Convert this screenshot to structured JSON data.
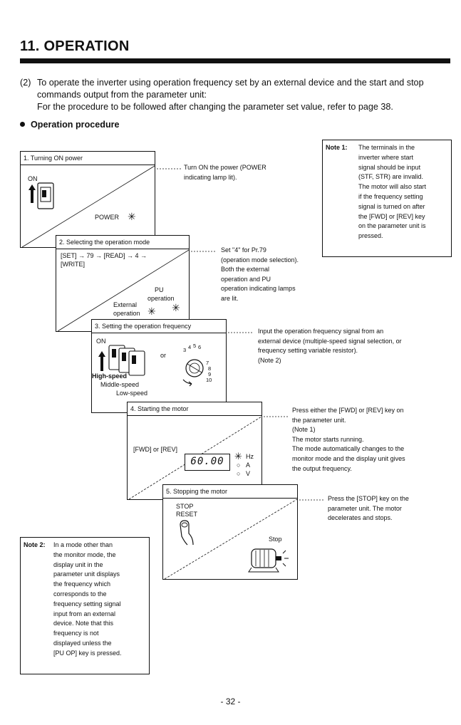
{
  "section_title": "11. OPERATION",
  "intro": {
    "number": "(2)",
    "paragraph1": "To operate the inverter using operation frequency set by an external device and the start and stop commands output from the parameter unit:",
    "paragraph2": "For the procedure to be followed after changing the parameter set value, refer to page 38."
  },
  "procedure_heading": "Operation procedure",
  "steps": [
    {
      "title": "1. Turning ON power",
      "labels": {
        "on": "ON",
        "power": "POWER"
      },
      "description": [
        "Turn ON the power (POWER",
        "indicating lamp lit)."
      ]
    },
    {
      "title": "2. Selecting the operation mode",
      "labels": {
        "keys_line1": "[SET] → 79 → [READ] → 4 →",
        "keys_line2": "[WRITE]",
        "pu_1": "PU",
        "pu_2": "operation",
        "ext_1": "External",
        "ext_2": "operation"
      },
      "description": [
        "Set \"4\" for Pr.79",
        "(operation mode selection).",
        "Both the external",
        "operation and PU",
        "operation indicating lamps",
        "are lit."
      ]
    },
    {
      "title": "3. Setting the operation frequency",
      "labels": {
        "on": "ON",
        "or": "or",
        "high": "High-speed",
        "middle": "Middle-speed",
        "low": "Low-speed"
      },
      "dial_numbers": [
        "3",
        "4",
        "5",
        "6",
        "7",
        "8",
        "9",
        "10"
      ],
      "description": [
        "Input the operation frequency signal from an",
        "external device (multiple-speed signal selection, or",
        "frequency setting variable resistor).",
        "(Note 2)"
      ]
    },
    {
      "title": "4. Starting the motor",
      "labels": {
        "keys": "[FWD] or [REV]",
        "display": "60.00",
        "hz": "Hz",
        "a": "A",
        "v": "V"
      },
      "description": [
        "Press either the [FWD] or [REV] key on",
        "the parameter unit.",
        "(Note 1)",
        "The motor starts running.",
        "The mode automatically changes to the",
        "monitor mode and the display unit gives",
        "the output frequency."
      ]
    },
    {
      "title": "5. Stopping the motor",
      "labels": {
        "stop": "STOP",
        "reset": "RESET",
        "stop_label": "Stop"
      },
      "description": [
        "Press the [STOP] key on the",
        "parameter unit. The motor",
        "decelerates and stops."
      ]
    }
  ],
  "note1": {
    "label": "Note 1:",
    "lines": [
      "The terminals in the",
      "inverter where start",
      "signal should be input",
      "(STF, STR) are invalid.",
      "The motor will also start",
      "if the frequency setting",
      "signal is turned on after",
      "the [FWD] or [REV] key",
      "on the parameter unit is",
      "pressed."
    ]
  },
  "note2": {
    "label": "Note 2:",
    "lines": [
      "In a mode other than",
      "the monitor mode, the",
      "display unit in the",
      "parameter unit displays",
      "the frequency which",
      "corresponds to the",
      "frequency setting signal",
      "input from an external",
      "device. Note that this",
      "frequency is not",
      "displayed unless the",
      "[PU OP] key is pressed."
    ]
  },
  "page_number": "- 32 -"
}
